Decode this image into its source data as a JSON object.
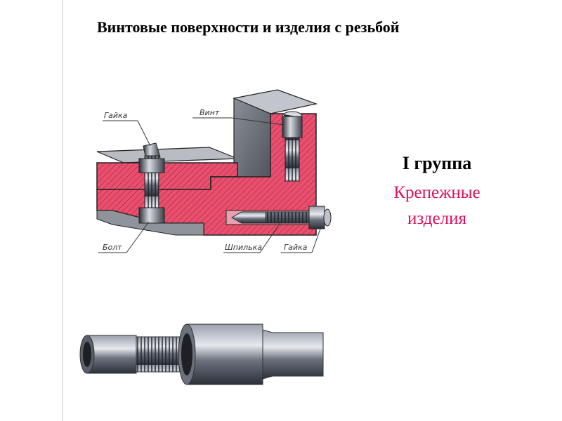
{
  "title": "Винтовые поверхности и изделия с резьбой",
  "group": {
    "number": "I группа",
    "name_line1": "Крепежные",
    "name_line2": "изделия"
  },
  "callouts": {
    "nut_top": "Гайка",
    "screw": "Винт",
    "bolt": "Болт",
    "stud": "Шпилька",
    "nut_bottom": "Гайка"
  },
  "colors": {
    "section_fill": "#e8506e",
    "title_accent": "#e0105a",
    "metal": "#4a5060"
  }
}
